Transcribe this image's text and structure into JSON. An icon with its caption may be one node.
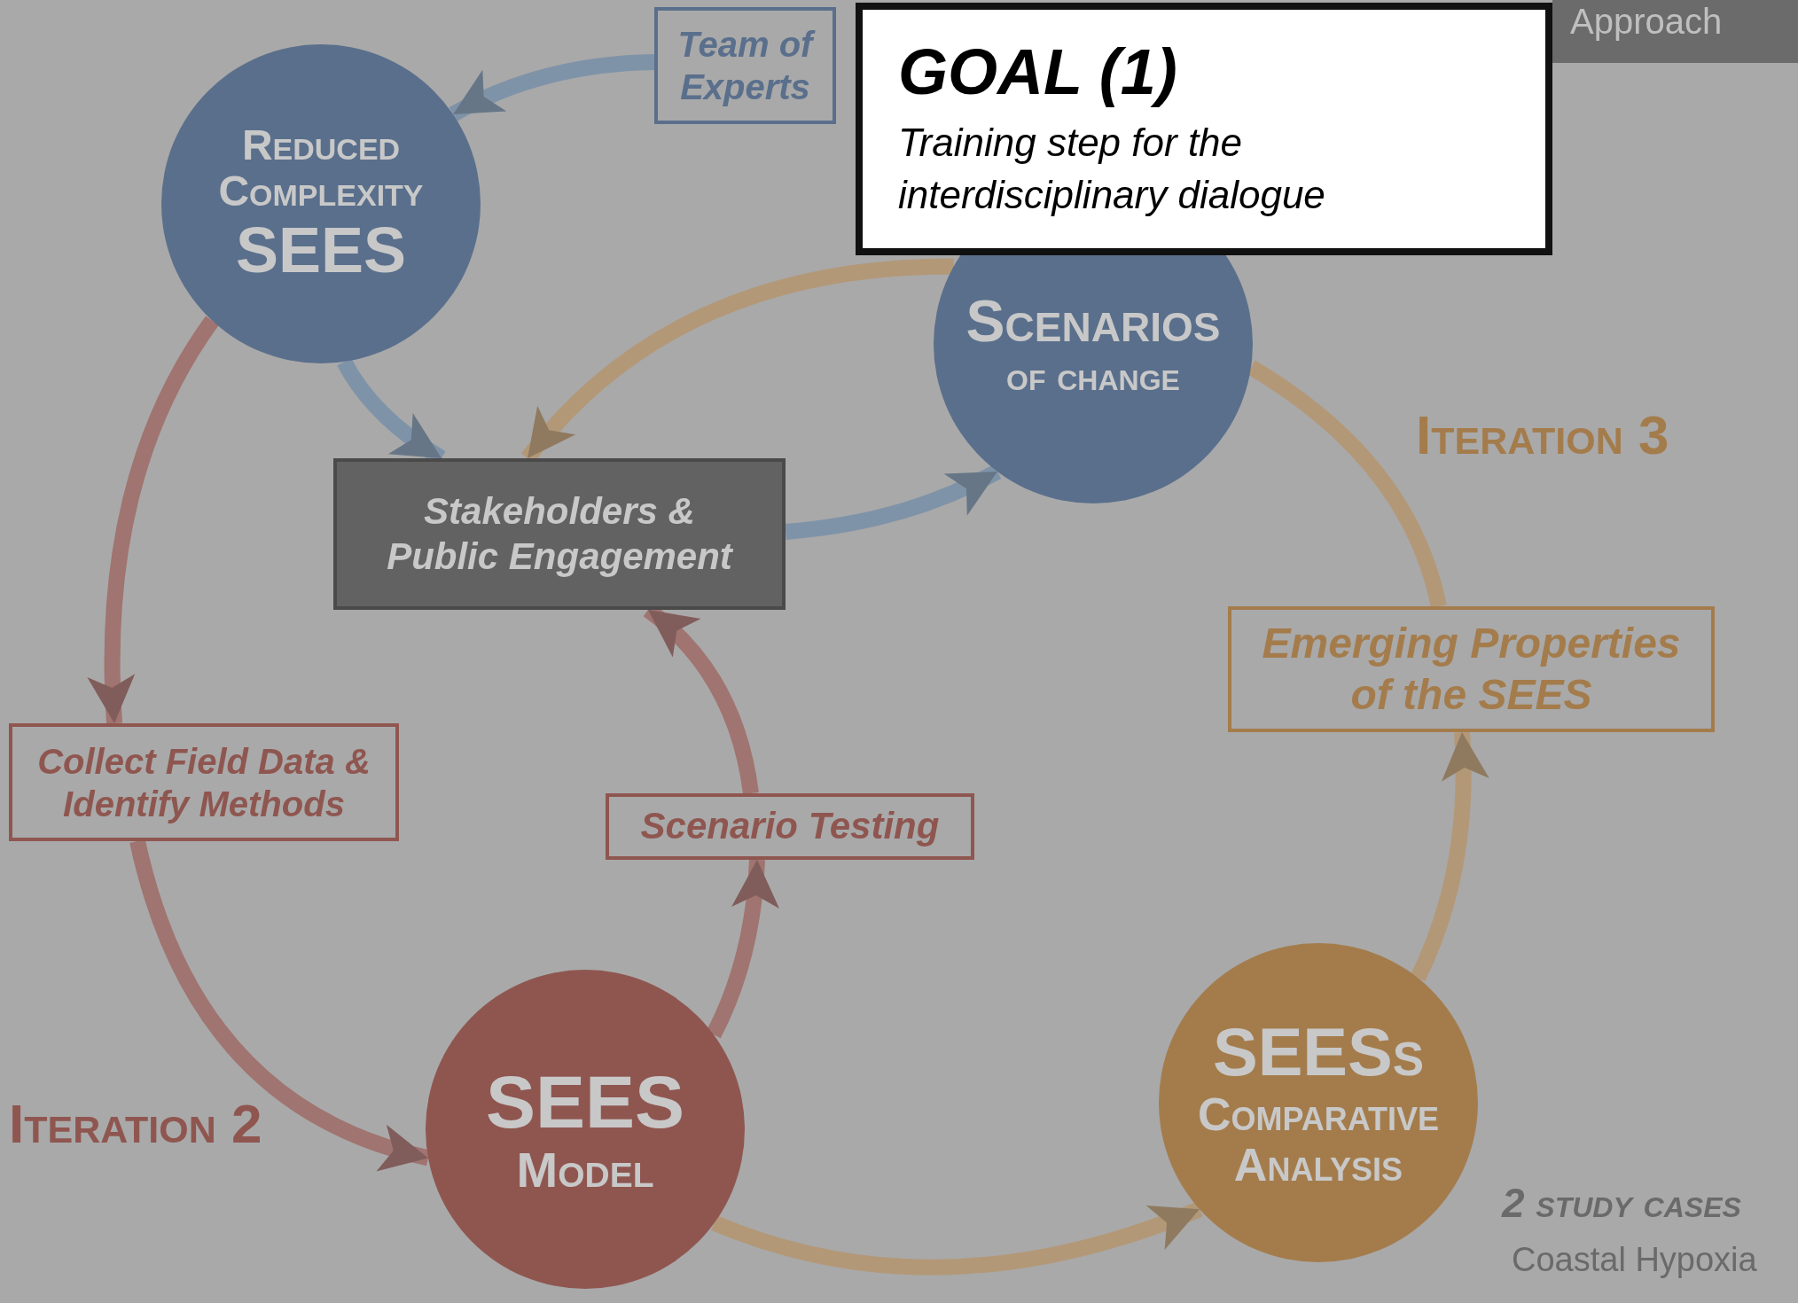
{
  "diagram": {
    "nodes": [
      {
        "text": [
          "Team of Experts"
        ]
      },
      {
        "text": [
          "GOAL (1)",
          "Training step for the interdisciplinary dialogue"
        ]
      },
      {
        "text": [
          "Approach"
        ]
      },
      {
        "text": [
          "Reduced Complexity",
          "SEES"
        ]
      },
      {
        "text": [
          "Scenarios",
          "of change"
        ]
      },
      {
        "text": [
          "Stakeholders & Public Engagement"
        ]
      },
      {
        "text": [
          "Emerging Properties of the SEES"
        ]
      },
      {
        "text": [
          "Collect Field Data & Identify Methods"
        ]
      },
      {
        "text": [
          "Scenario Testing"
        ]
      },
      {
        "text": [
          "SEES",
          "Model"
        ]
      },
      {
        "text": [
          "SEESs",
          "Comparative Analysis"
        ]
      }
    ],
    "edges": [
      {
        "from": 0,
        "to": 3,
        "arrow": "to",
        "color": "#7f93a8"
      },
      {
        "from": 3,
        "to": 5,
        "arrow": "to",
        "color": "#7f93a8"
      },
      {
        "from": 5,
        "to": 4,
        "arrow": "to",
        "color": "#7f93a8"
      },
      {
        "from": 4,
        "to": 5,
        "arrow": "to",
        "color": "#b39878"
      },
      {
        "from": 3,
        "to": 7,
        "arrow": "to",
        "color": "#a07470"
      },
      {
        "from": 7,
        "to": 9,
        "arrow": "to",
        "color": "#a07470"
      },
      {
        "from": 9,
        "to": 8,
        "arrow": "to",
        "color": "#a07470"
      },
      {
        "from": 8,
        "to": 5,
        "arrow": "to",
        "color": "#a07470"
      },
      {
        "from": 9,
        "to": 10,
        "arrow": "to",
        "color": "#b39878"
      },
      {
        "from": 10,
        "to": 6,
        "arrow": "to",
        "color": "#b39878"
      },
      {
        "from": 6,
        "to": 4,
        "arrow": "none",
        "color": "#b39878"
      }
    ],
    "labels": [
      "Iteration 3",
      "Iteration 2",
      "2 study cases",
      "Coastal Hypoxia"
    ]
  }
}
